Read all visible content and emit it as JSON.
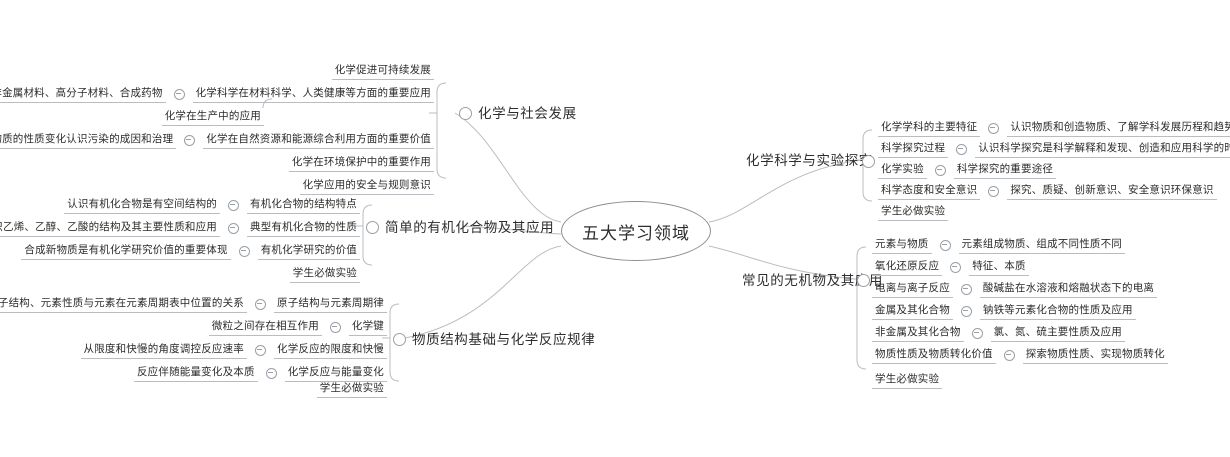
{
  "diagram": {
    "type": "mindmap",
    "root": {
      "label": "五大学习领域"
    },
    "icons": {
      "toggle": "collapse-toggle-icon",
      "minus": "minus-circle-icon"
    },
    "colors": {
      "line": "#b9bdc2",
      "node_border": "#8a8f96",
      "text": "#2b2b2b",
      "background": "#ffffff"
    },
    "branches": [
      {
        "id": "social",
        "label": "化学与社会发展",
        "side": "left",
        "children": [
          {
            "detail": "",
            "label": "化学促进可持续发展",
            "has_toggle": false
          },
          {
            "detail": "金属材料、无机非金属材料、高分子材料、合成药物",
            "label": "化学科学在材料科学、人类健康等方面的重要应用",
            "has_toggle": true
          },
          {
            "detail": "化学在生产中的应用",
            "label": "",
            "has_toggle": false
          },
          {
            "detail": "依据物质的性质变化认识污染的成因和治理",
            "label": "化学在自然资源和能源综合利用方面的重要价值",
            "has_toggle": true
          },
          {
            "detail": "",
            "label": "化学在环境保护中的重要作用",
            "has_toggle": false
          },
          {
            "detail": "",
            "label": "化学应用的安全与规则意识",
            "has_toggle": false
          }
        ]
      },
      {
        "id": "organic",
        "label": "简单的有机化合物及其应用",
        "side": "left",
        "children": [
          {
            "detail": "认识有机化合物是有空间结构的",
            "label": "有机化合物的结构特点",
            "has_toggle": true
          },
          {
            "detail": "认识乙烯、乙醇、乙酸的结构及其主要性质和应用",
            "label": "典型有机化合物的性质",
            "has_toggle": true
          },
          {
            "detail": "合成新物质是有机化学研究价值的重要体现",
            "label": "有机化学研究的价值",
            "has_toggle": true
          },
          {
            "detail": "",
            "label": "学生必做实验",
            "has_toggle": false
          }
        ]
      },
      {
        "id": "structure",
        "label": "物质结构基础与化学反应规律",
        "side": "left",
        "children": [
          {
            "detail": "原子结构、元素性质与元素在元素周期表中位置的关系",
            "label": "原子结构与元素周期律",
            "has_toggle": true
          },
          {
            "detail": "微粒之间存在相互作用",
            "label": "化学键",
            "has_toggle": true
          },
          {
            "detail": "从限度和快慢的角度调控反应速率",
            "label": "化学反应的限度和快慢",
            "has_toggle": true
          },
          {
            "detail": "反应伴随能量变化及本质",
            "label": "化学反应与能量变化",
            "has_toggle": true
          },
          {
            "detail": "",
            "label": "学生必做实验",
            "has_toggle": false
          }
        ]
      },
      {
        "id": "inquiry",
        "label": "化学科学与实验探究",
        "side": "right",
        "children": [
          {
            "label": "化学学科的主要特征",
            "detail": "认识物质和创造物质、了解学科发展历程和趋势",
            "has_toggle": true
          },
          {
            "label": "科学探究过程",
            "detail": "认识科学探究是科学解释和发现、创造和应用科学的时间活动",
            "has_toggle": true
          },
          {
            "label": "化学实验",
            "detail": "科学探究的重要途径",
            "has_toggle": true
          },
          {
            "label": "科学态度和安全意识",
            "detail": "探究、质疑、创新意识、安全意识环保意识",
            "has_toggle": true
          },
          {
            "label": "学生必做实验",
            "detail": "",
            "has_toggle": false
          }
        ]
      },
      {
        "id": "inorganic",
        "label": "常见的无机物及其应用",
        "side": "right",
        "children": [
          {
            "label": "元素与物质",
            "detail": "元素组成物质、组成不同性质不同",
            "has_toggle": true
          },
          {
            "label": "氧化还原反应",
            "detail": "特征、本质",
            "has_toggle": true
          },
          {
            "label": "电离与离子反应",
            "detail": "酸碱盐在水溶液和熔融状态下的电离",
            "has_toggle": true
          },
          {
            "label": "金属及其化合物",
            "detail": "钠铁等元素化合物的性质及应用",
            "has_toggle": true
          },
          {
            "label": "非金属及其化合物",
            "detail": "氯、氮、硫主要性质及应用",
            "has_toggle": true
          },
          {
            "label": "物质性质及物质转化价值",
            "detail": "探索物质性质、实现物质转化",
            "has_toggle": true
          },
          {
            "label": "学生必做实验",
            "detail": "",
            "has_toggle": false
          }
        ]
      }
    ]
  }
}
